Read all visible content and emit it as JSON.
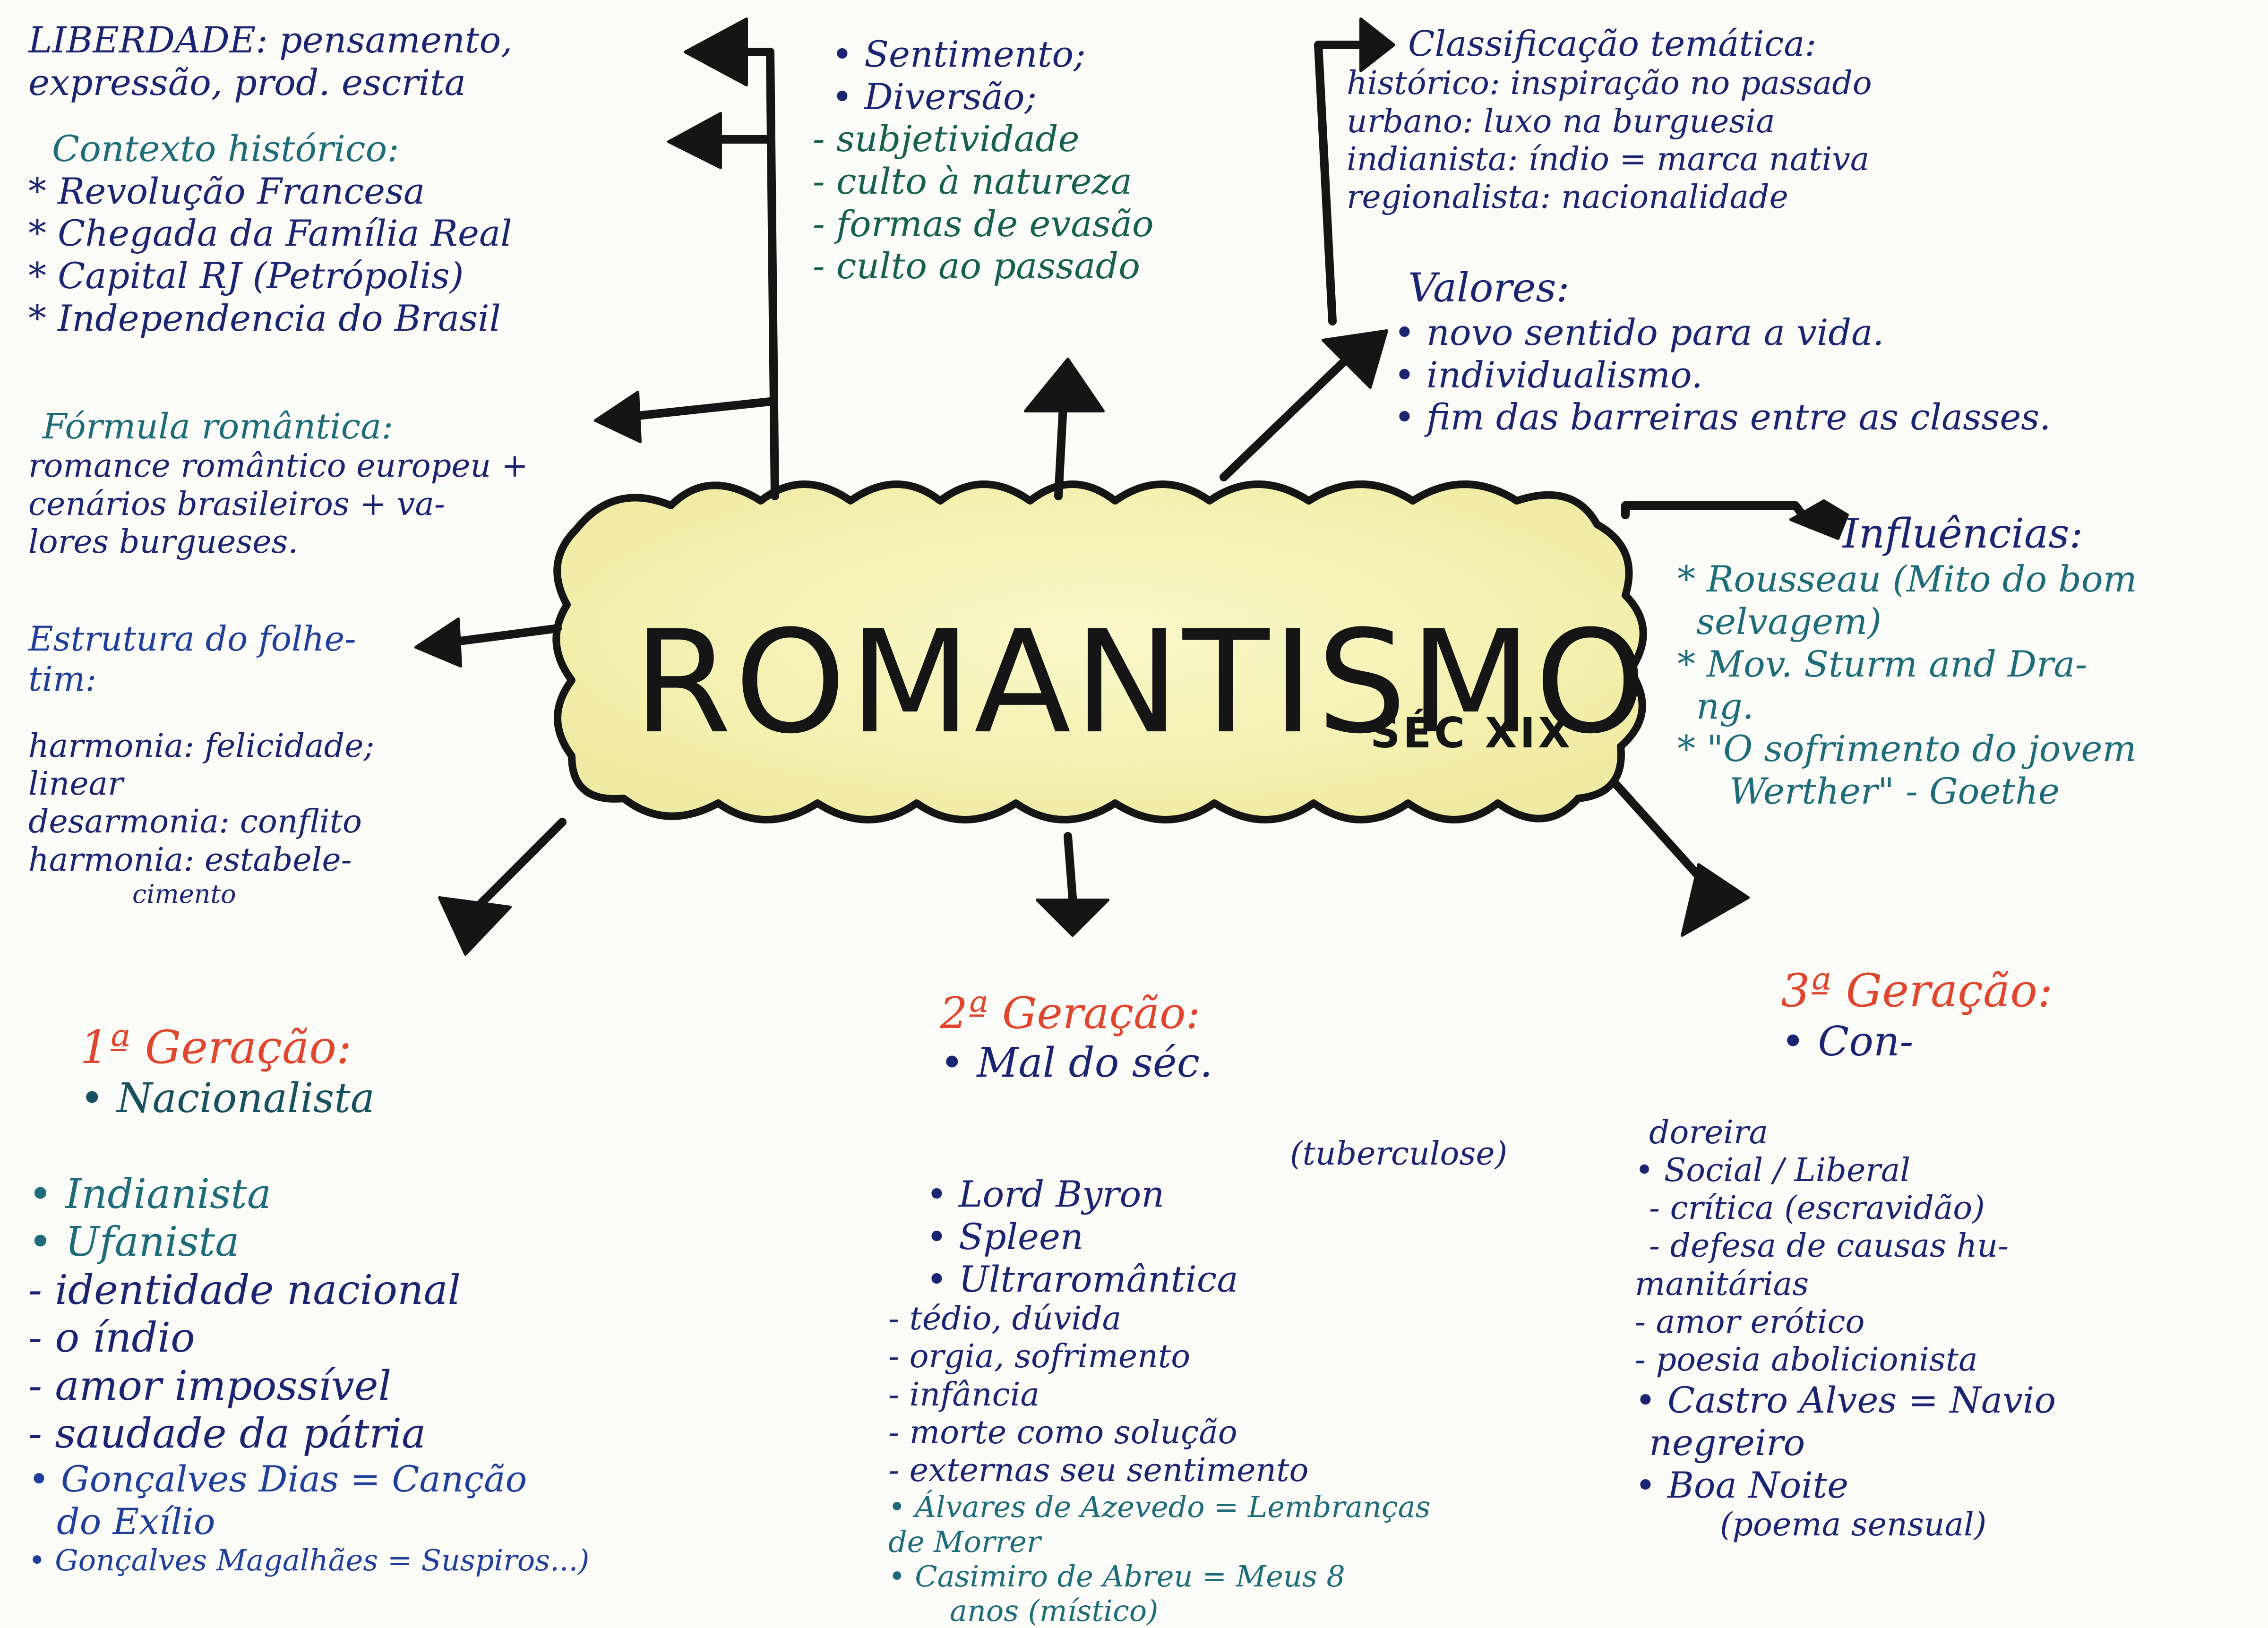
{
  "center": {
    "title": "ROMANTISMO",
    "subtitle": "SÉC XIX"
  },
  "liberdade": {
    "lines": [
      "LIBERDADE: pensamento,",
      "expressão, prod. escrita"
    ]
  },
  "contexto": {
    "heading": "Contexto histórico:",
    "items": [
      "* Revolução Francesa",
      "* Chegada da Família Real",
      "* Capital RJ (Petrópolis)",
      "* Independencia do Brasil"
    ]
  },
  "formula": {
    "heading": "Fórmula romântica:",
    "lines": [
      "romance romântico europeu +",
      "cenários brasileiros + va-",
      "lores burgueses."
    ]
  },
  "estrutura": {
    "heading": [
      "Estrutura do folhe-",
      "tim:"
    ],
    "lines": [
      "harmonia: felicidade;",
      "linear",
      "desarmonia: conflito",
      "harmonia: estabele-",
      "cimento"
    ]
  },
  "top_center": {
    "bullets": [
      "• Sentimento;",
      "• Diversão;"
    ],
    "items": [
      "- subjetividade",
      "- culto à natureza",
      "- formas de evasão",
      "- culto ao passado"
    ]
  },
  "classificacao": {
    "heading": "Classificação temática:",
    "lines": [
      "histórico: inspiração no passado",
      "urbano: luxo na burguesia",
      "indianista: índio = marca nativa",
      "regionalista: nacionalidade"
    ]
  },
  "valores": {
    "heading": "Valores:",
    "items": [
      "• novo sentido para a vida.",
      "• individualismo.",
      "• fim das barreiras entre as classes."
    ]
  },
  "influencias": {
    "heading": "Influências:",
    "lines": [
      "* Rousseau (Mito do bom",
      "selvagem)",
      "* Mov. Sturm and Dra-",
      "ng.",
      "* \"O sofrimento do jovem",
      "Werther\" - Goethe"
    ]
  },
  "gen1": {
    "label": "1ª Geração:",
    "name": "• Nacionalista",
    "items": [
      "• Indianista",
      "• Ufanista",
      "- identidade nacional",
      "- o índio",
      "- amor impossível",
      "- saudade da pátria"
    ],
    "works": [
      "• Gonçalves Dias = Canção",
      "do Exílio",
      "• Gonçalves Magalhães = Suspiros...)"
    ]
  },
  "gen2": {
    "label": "2ª Geração:",
    "name": [
      "• Mal do séc.",
      "(tuberculose)"
    ],
    "items": [
      "• Lord Byron",
      "• Spleen",
      "• Ultraromântica",
      "- tédio, dúvida",
      "- orgia, sofrimento",
      "- infância",
      "- morte como solução",
      "- externas seu sentimento"
    ],
    "works": [
      "• Álvares de Azevedo = Lembranças",
      "de Morrer",
      "• Casimiro de Abreu = Meus 8",
      "anos (místico)"
    ]
  },
  "gen3": {
    "label": "3ª Geração:",
    "name": [
      "• Con-",
      "doreira"
    ],
    "items": [
      "• Social / Liberal",
      "- crítica (escravidão)",
      "- defesa de causas hu-",
      "manitárias",
      "- amor erótico",
      "- poesia abolicionista"
    ],
    "works": [
      "• Castro Alves = Navio",
      "negreiro",
      "• Boa Noite",
      "(poema sensual)"
    ]
  },
  "colors": {
    "ink": "#151515",
    "cloud_fill": "#f6f2b8",
    "navy": "#1b2470",
    "blue": "#1f3f9a",
    "teal": "#1e6b7a",
    "green": "#17604f",
    "red": "#e0462e"
  }
}
